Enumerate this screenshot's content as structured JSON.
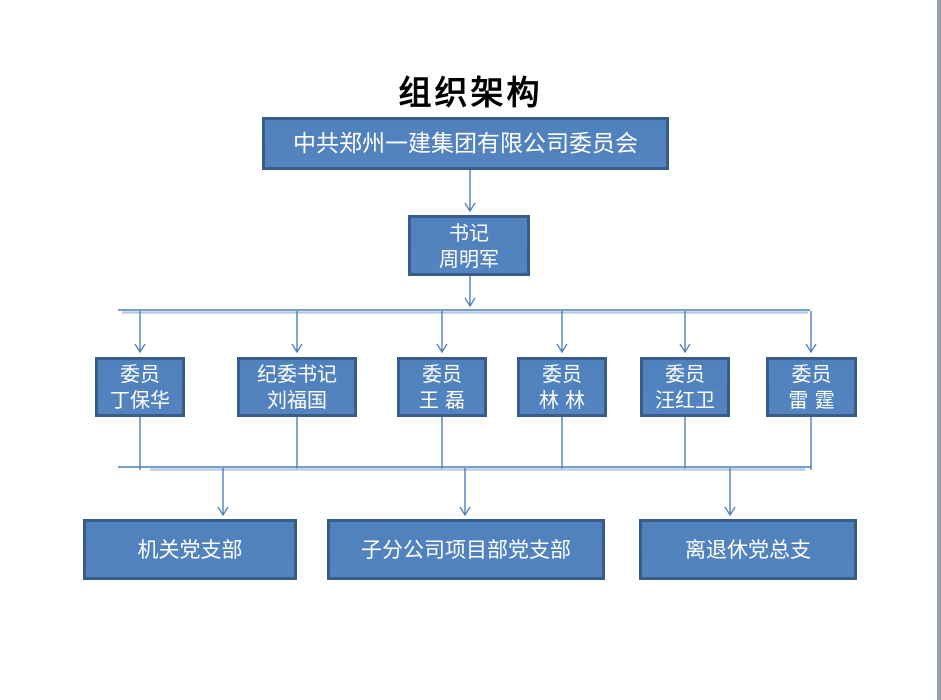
{
  "page": {
    "title": "组织架构"
  },
  "org": {
    "committee": {
      "label": "中共郑州一建集团有限公司委员会"
    },
    "secretary": {
      "title": "书记",
      "name": "周明军"
    },
    "members": [
      {
        "title": "委员",
        "name": "丁保华"
      },
      {
        "title": "纪委书记",
        "name": "刘福国"
      },
      {
        "title": "委员",
        "name": "王 磊"
      },
      {
        "title": "委员",
        "name": "林 林"
      },
      {
        "title": "委员",
        "name": "汪红卫"
      },
      {
        "title": "委员",
        "name": "雷 霆"
      }
    ],
    "branches": [
      {
        "label": "机关党支部"
      },
      {
        "label": "子分公司项目部党支部"
      },
      {
        "label": "离退休党总支"
      }
    ]
  },
  "colors": {
    "box_fill": "#4f81bd",
    "box_border": "#385d8a",
    "box_text": "#ffffff",
    "title_text": "#000000",
    "connector": "#4e7fba",
    "connector_light": "#b4c8e4",
    "page_edge": "#9aa0a6"
  }
}
